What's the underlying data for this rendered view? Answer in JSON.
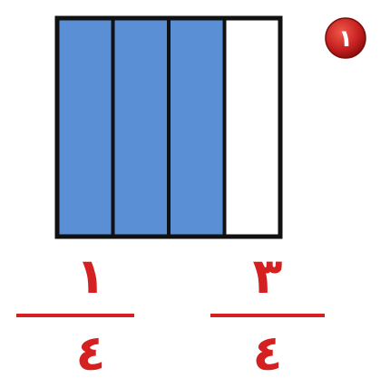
{
  "problem": {
    "number": "١"
  },
  "fraction_bar": {
    "total_parts": 4,
    "shaded_parts": 3,
    "shaded_color": "#5a8fd6",
    "unshaded_color": "#ffffff",
    "outline_color": "#111111"
  },
  "fractions": [
    {
      "numerator": "١",
      "denominator": "٤"
    },
    {
      "numerator": "٣",
      "denominator": "٤"
    }
  ],
  "colors": {
    "fraction_text": "#d42020",
    "badge": "#c41e1e",
    "badge_text": "#ffffff"
  }
}
